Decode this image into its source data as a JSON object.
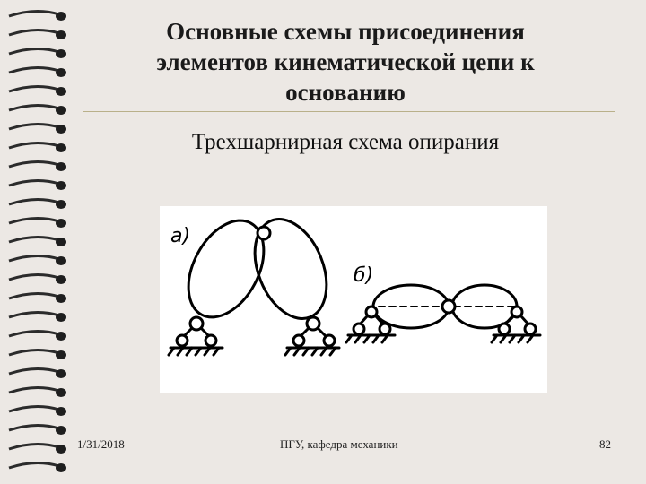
{
  "slide": {
    "title_lines": [
      "Основные схемы присоединения",
      "элементов кинематической цепи к",
      "основанию"
    ],
    "subtitle": "Трехшарнирная схема опирания",
    "figure": {
      "label_a": "а)",
      "label_b": "б)"
    },
    "footer": {
      "date": "1/31/2018",
      "center": "ПГУ, кафедра механики",
      "page": "82"
    }
  }
}
